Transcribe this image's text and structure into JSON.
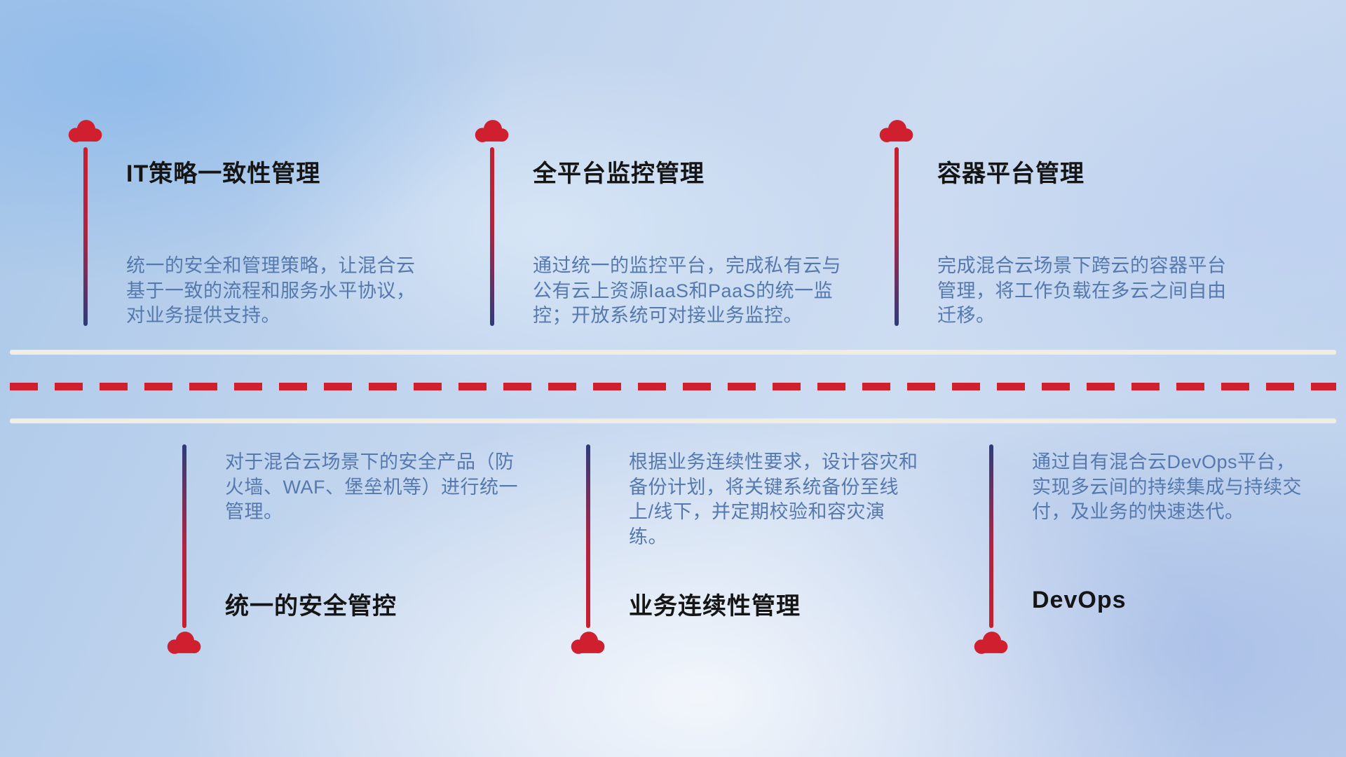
{
  "colors": {
    "cloud_red": "#d01f2f",
    "stem_navy": "#2e3b7a",
    "dash_red": "#d01f2f",
    "road_line": "#f2ede3",
    "title_text": "#151515",
    "description_text": "#5679ad",
    "background_blue": "#c2d5ee"
  },
  "top_items": [
    {
      "title": "IT策略一致性管理",
      "description": "统一的安全和管理策略，让混合云基于一致的流程和服务水平协议，对业务提供支持。"
    },
    {
      "title": "全平台监控管理",
      "description": "通过统一的监控平台，完成私有云与公有云上资源IaaS和PaaS的统一监控；开放系统可对接业务监控。"
    },
    {
      "title": "容器平台管理",
      "description": "完成混合云场景下跨云的容器平台管理，将工作负载在多云之间自由迁移。"
    }
  ],
  "bottom_items": [
    {
      "title": "统一的安全管控",
      "description": "对于混合云场景下的安全产品（防火墙、WAF、堡垒机等）进行统一管理。"
    },
    {
      "title": "业务连续性管理",
      "description": "根据业务连续性要求，设计容灾和备份计划，将关键系统备份至线上/线下，并定期校验和容灾演练。"
    },
    {
      "title": "DevOps",
      "description": "通过自有混合云DevOps平台，实现多云间的持续集成与持续交付，及业务的快速迭代。"
    }
  ]
}
